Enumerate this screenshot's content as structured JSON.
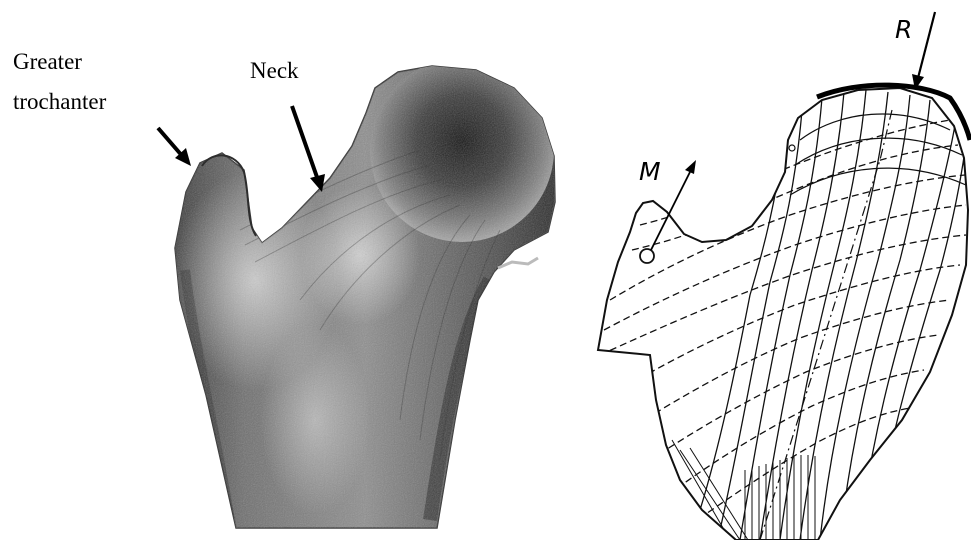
{
  "labels": {
    "greater_trochanter_line1": "Greater",
    "greater_trochanter_line2": "trochanter",
    "neck": "Neck",
    "force_m": "M",
    "force_r": "R"
  }
}
